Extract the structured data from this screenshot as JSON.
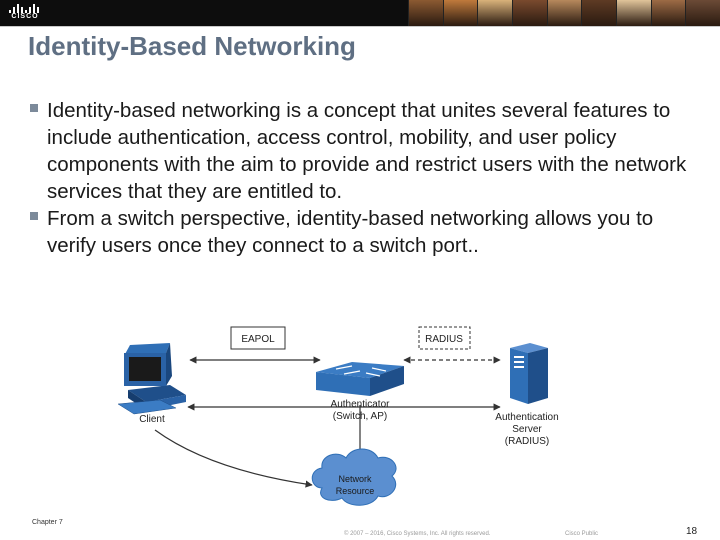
{
  "header": {
    "logo_text": "CISCO",
    "photo_colors": [
      "#8c5a32",
      "#c07a3c",
      "#d9b27a",
      "#7a4a2e",
      "#b7895c",
      "#5e3b24",
      "#e0c49a",
      "#9d6b45",
      "#6b4a36"
    ]
  },
  "slide": {
    "title": "Identity-Based Networking",
    "bullets": [
      "Identity-based networking is a concept that unites several features to include authentication, access control, mobility, and user policy components with the aim to provide and restrict users with the network services that they are entitled to.",
      "From a switch perspective, identity-based networking allows you to verify users once they connect to a switch port.."
    ]
  },
  "diagram": {
    "eapol_label": "EAPOL",
    "radius_label": "RADIUS",
    "client_label": "Client",
    "authenticator_line1": "Authenticator",
    "authenticator_line2": "(Switch, AP)",
    "server_line1": "Authentication",
    "server_line2": "Server",
    "server_line3": "(RADIUS)",
    "cloud_line1": "Network",
    "cloud_line2": "Resource",
    "colors": {
      "device_blue": "#2f6fb6",
      "device_dark": "#1f4f8a",
      "cloud_blue": "#5b8fd0",
      "arrow": "#333333"
    }
  },
  "footer": {
    "chapter": "Chapter 7",
    "copyright": "© 2007 – 2016, Cisco Systems, Inc. All rights reserved.",
    "classification": "Cisco Public",
    "page_number": "18"
  }
}
